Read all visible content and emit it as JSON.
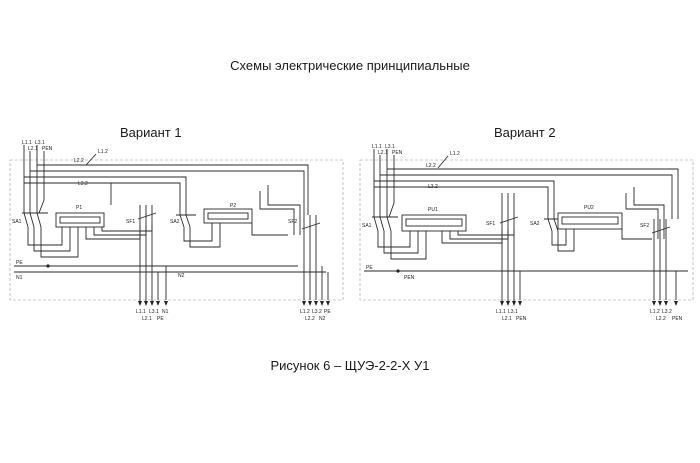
{
  "title": "Схемы электрические принципиальные",
  "variant1": {
    "label": "Вариант 1",
    "top_labels": [
      "L1.1",
      "L2.1",
      "L3.1",
      "PEN"
    ],
    "bus_labels": [
      "L1.2",
      "L2.2",
      "L3.2"
    ],
    "devices": [
      "SA1",
      "P1",
      "SF1",
      "SA2",
      "P2",
      "SF2"
    ],
    "side_labels": [
      "PE",
      "N1",
      "N2"
    ],
    "out1": [
      "L1.1",
      "L3.1",
      "N1",
      "L2.1",
      "PE"
    ],
    "out2": [
      "L1.2",
      "L3.2",
      "PE",
      "L2.2",
      "N2"
    ]
  },
  "variant2": {
    "label": "Вариант 2",
    "top_labels": [
      "L1.1",
      "L2.1",
      "L3.1",
      "PEN"
    ],
    "bus_labels": [
      "L1.2",
      "L2.2",
      "L3.2"
    ],
    "devices": [
      "SA1",
      "PU1",
      "SF1",
      "SA2",
      "PU2",
      "SF2"
    ],
    "side_labels": [
      "PE",
      "PEN"
    ],
    "out1": [
      "L1.1",
      "L3.1",
      "L2.1",
      "PEN"
    ],
    "out2": [
      "L1.2",
      "L3.2",
      "L2.2",
      "PEN"
    ]
  },
  "caption": "Рисунок 6 – ЩУЭ-2-2-Х У1"
}
